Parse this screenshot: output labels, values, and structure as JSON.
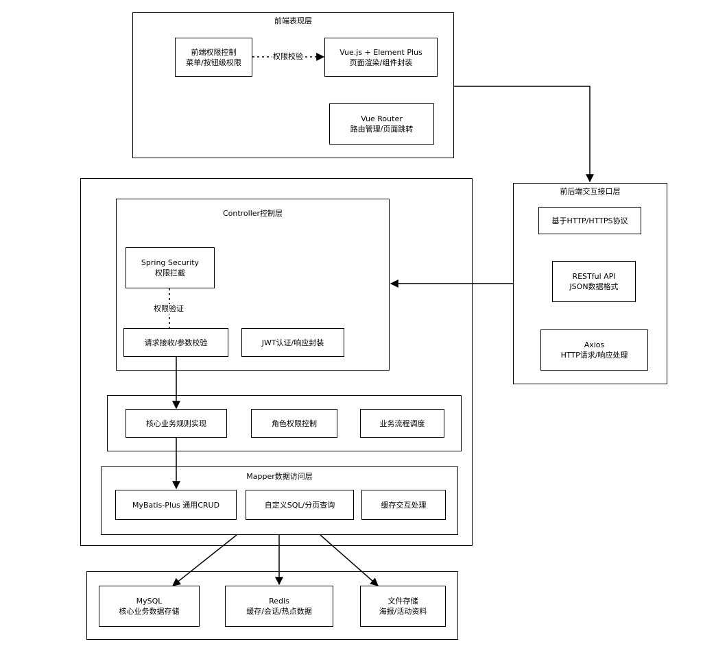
{
  "frontend": {
    "title": "前端表现层",
    "perm_control": {
      "line1": "前端权限控制",
      "line2": "菜单/按钮级权限"
    },
    "vue_element": {
      "line1": "Vue.js + Element Plus",
      "line2": "页面渲染/组件封装"
    },
    "vue_router": {
      "line1": "Vue Router",
      "line2": "路由管理/页面跳转"
    },
    "edge_label": "权限校验"
  },
  "interface": {
    "title": "前后端交互接口层",
    "http": {
      "line1": "基于HTTP/HTTPS协议"
    },
    "restful": {
      "line1": "RESTful API",
      "line2": "JSON数据格式"
    },
    "axios": {
      "line1": "Axios",
      "line2": "HTTP请求/响应处理"
    }
  },
  "controller": {
    "title": "Controller控制层",
    "spring_security": {
      "line1": "Spring Security",
      "line2": "权限拦截"
    },
    "edge_label": "权限验证",
    "request": {
      "line1": "请求接收/参数校验"
    },
    "jwt": {
      "line1": "JWT认证/响应封装"
    }
  },
  "service": {
    "core": {
      "line1": "核心业务规则实现"
    },
    "role": {
      "line1": "角色权限控制"
    },
    "flow": {
      "line1": "业务流程调度"
    }
  },
  "mapper": {
    "title": "Mapper数据访问层",
    "mybatis": {
      "line1": "MyBatis-Plus 通用CRUD"
    },
    "custom_sql": {
      "line1": "自定义SQL/分页查询"
    },
    "cache": {
      "line1": "缓存交互处理"
    }
  },
  "storage": {
    "mysql": {
      "line1": "MySQL",
      "line2": "核心业务数据存储"
    },
    "redis": {
      "line1": "Redis",
      "line2": "缓存/会话/热点数据"
    },
    "files": {
      "line1": "文件存储",
      "line2": "海报/活动资料"
    }
  }
}
